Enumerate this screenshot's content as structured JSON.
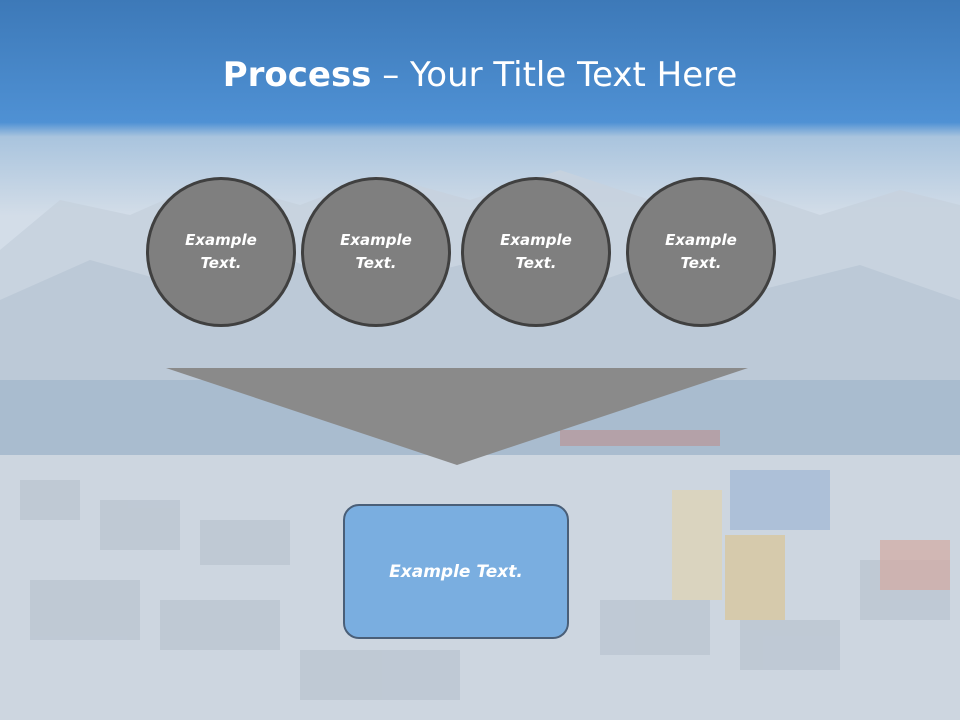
{
  "title": {
    "bold": "Process",
    "rest": " – Your Title Text Here"
  },
  "steps": [
    {
      "label": "Example Text."
    },
    {
      "label": "Example Text."
    },
    {
      "label": "Example Text."
    },
    {
      "label": "Example Text."
    }
  ],
  "result": {
    "label": "Example Text."
  },
  "colors": {
    "header_blue": "#4f8fd2",
    "circle_fill": "#7f7f7f",
    "circle_border": "#404040",
    "funnel_fill": "#8a8a8a",
    "result_fill": "#7aaee0"
  }
}
